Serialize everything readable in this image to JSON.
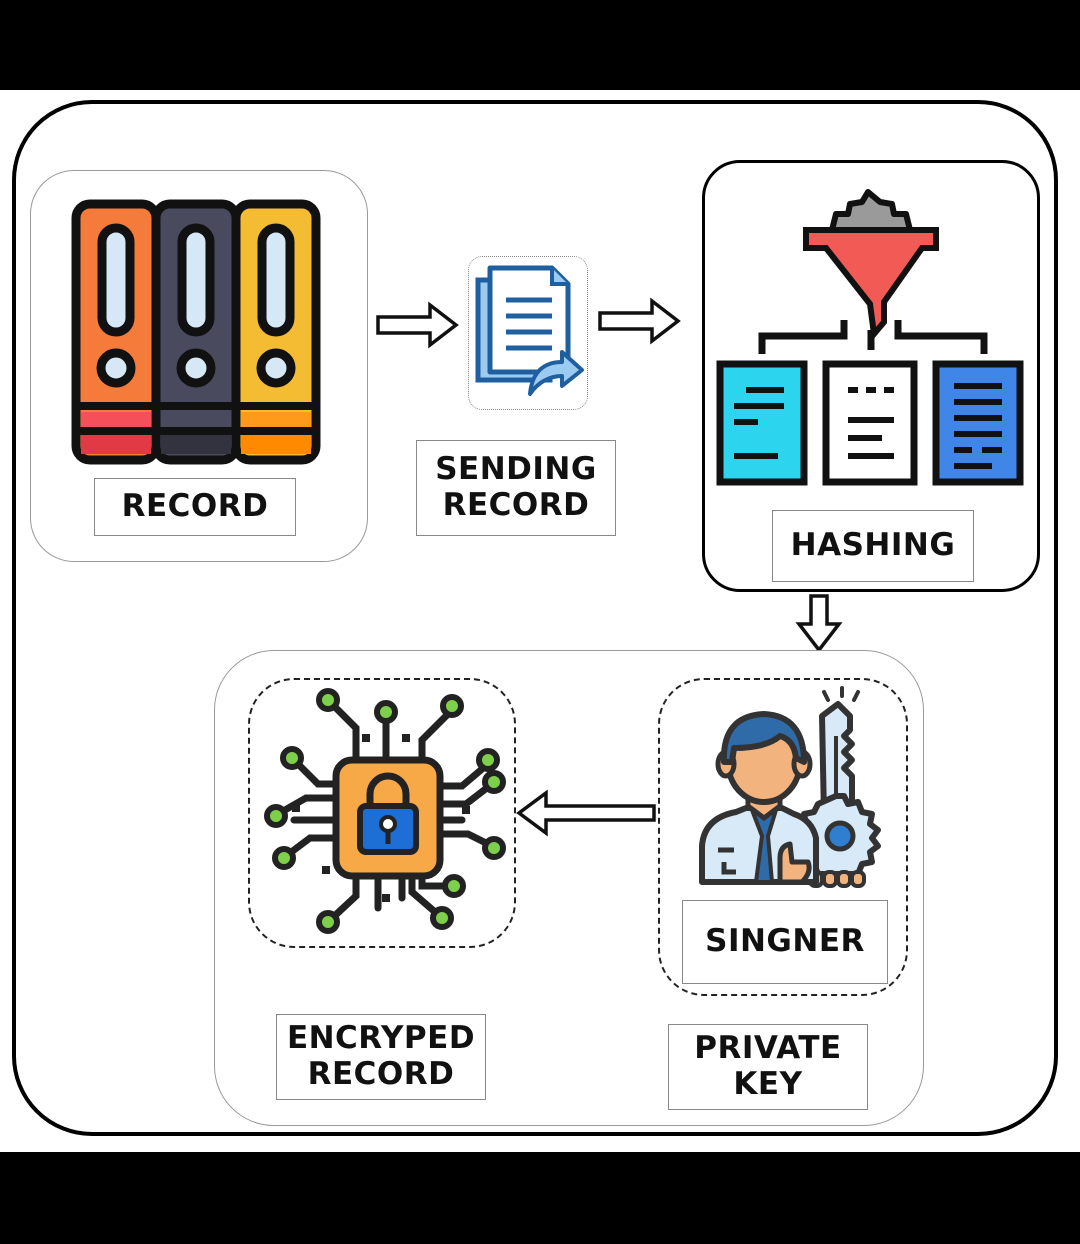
{
  "diagram": {
    "title": "Digital signature record flow",
    "nodes": [
      {
        "id": "record",
        "label": "RECORD",
        "icon": "binders-icon"
      },
      {
        "id": "sending",
        "label": "SENDING\nRECORD",
        "icon": "document-send-icon"
      },
      {
        "id": "hashing",
        "label": "HASHING",
        "icon": "funnel-hash-icon"
      },
      {
        "id": "signer",
        "label": "SINGNER",
        "icon": "user-key-icon"
      },
      {
        "id": "private_key",
        "label": "PRIVATE\nKEY"
      },
      {
        "id": "encrypted",
        "label": "ENCRYPED\nRECORD",
        "icon": "chip-lock-icon"
      }
    ],
    "edges": [
      {
        "from": "record",
        "to": "sending",
        "direction": "right"
      },
      {
        "from": "sending",
        "to": "hashing",
        "direction": "right"
      },
      {
        "from": "hashing",
        "to": "signer",
        "direction": "down"
      },
      {
        "from": "signer",
        "to": "encrypted",
        "direction": "left"
      }
    ]
  },
  "colors": {
    "binder_orange": "#F47B3A",
    "binder_slate": "#4A4A5E",
    "binder_yellow": "#F4BC32",
    "funnel_red": "#F25A55",
    "doc_cyan": "#2CD4EE",
    "doc_blue": "#3F86E8",
    "chip_orange": "#F7A847",
    "lock_blue": "#1D6FD6",
    "node_green": "#7ED04B",
    "person_blue": "#2F6BA8"
  }
}
